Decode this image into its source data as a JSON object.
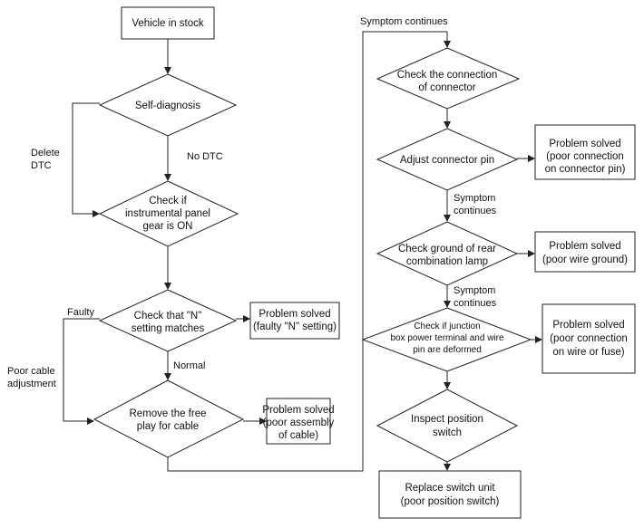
{
  "nodes": {
    "vehicle_in_stock": "Vehicle in stock",
    "self_diagnosis": "Self-diagnosis",
    "check_panel": [
      "Check if",
      "instrumental panel",
      "gear is ON"
    ],
    "check_n_setting": [
      "Check that \"N\"",
      "setting matches"
    ],
    "solved_n_setting": [
      "Problem solved",
      "(faulty \"N\" setting)"
    ],
    "remove_free_play": [
      "Remove the free",
      "play for cable"
    ],
    "solved_cable": [
      "Problem solved",
      "(poor assembly",
      "of cable)"
    ],
    "check_connection": [
      "Check the connection",
      "of connector"
    ],
    "adjust_pin": "Adjust connector pin",
    "solved_pin": [
      "Problem solved",
      "(poor connection",
      "on connector pin)"
    ],
    "check_ground": [
      "Check ground of rear",
      "combination lamp"
    ],
    "solved_ground": [
      "Problem solved",
      "(poor wire ground)"
    ],
    "check_junction": [
      "Check if junction",
      "box power terminal and wire",
      "pin are deformed"
    ],
    "solved_fuse": [
      "Problem solved",
      "(poor connection",
      "on wire or fuse)"
    ],
    "inspect_switch": [
      "Inspect position",
      "switch"
    ],
    "replace_switch": [
      "Replace switch unit",
      "(poor position switch)"
    ]
  },
  "edge_labels": {
    "delete_dtc": [
      "Delete",
      "DTC"
    ],
    "no_dtc": "No DTC",
    "faulty": "Faulty",
    "normal": "Normal",
    "poor_cable": [
      "Poor cable",
      "adjustment"
    ],
    "symptom_continues_top": "Symptom continues",
    "symptom_continues_1": [
      "Symptom",
      "continues"
    ],
    "symptom_continues_2": [
      "Symptom",
      "continues"
    ]
  }
}
